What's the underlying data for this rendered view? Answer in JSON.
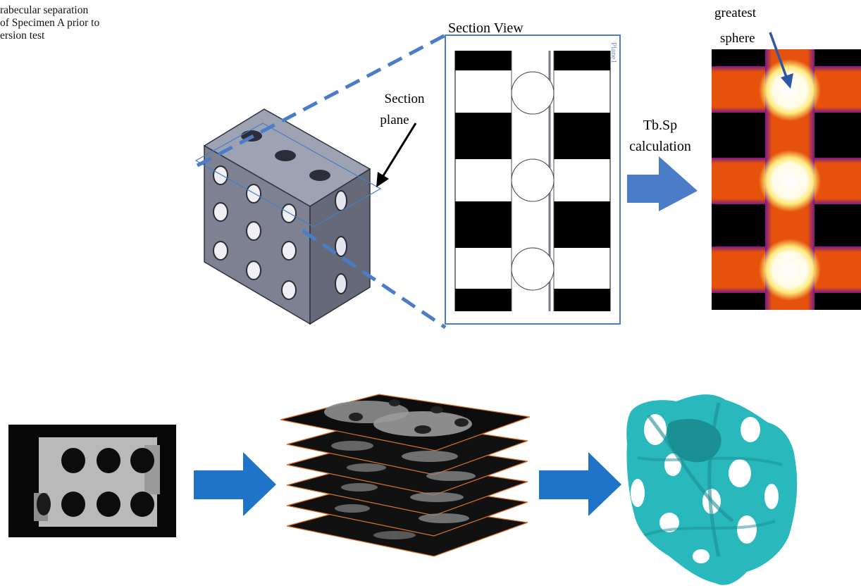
{
  "caption": [
    "rabecular separation",
    "of Specimen A prior to",
    "ersion test"
  ],
  "labels": {
    "section_plane_line1": "Section",
    "section_plane_line2": "plane",
    "section_view": "Section View",
    "plane_tag": "Plane1",
    "calc_line1": "Tb.Sp",
    "calc_line2": "calculation",
    "greatest_line1": "greatest",
    "greatest_line2": "sphere"
  },
  "colors": {
    "arrow_blue": "#4a7cc7",
    "pipeline_blue": "#1f73c9",
    "cube_top": "#9ea3b3",
    "cube_front": "#7d8191",
    "cube_side": "#666a78",
    "heatmap_orange": "#e6520c",
    "heatmap_glow": "#ffe97a",
    "surface_teal": "#29b9bd"
  }
}
